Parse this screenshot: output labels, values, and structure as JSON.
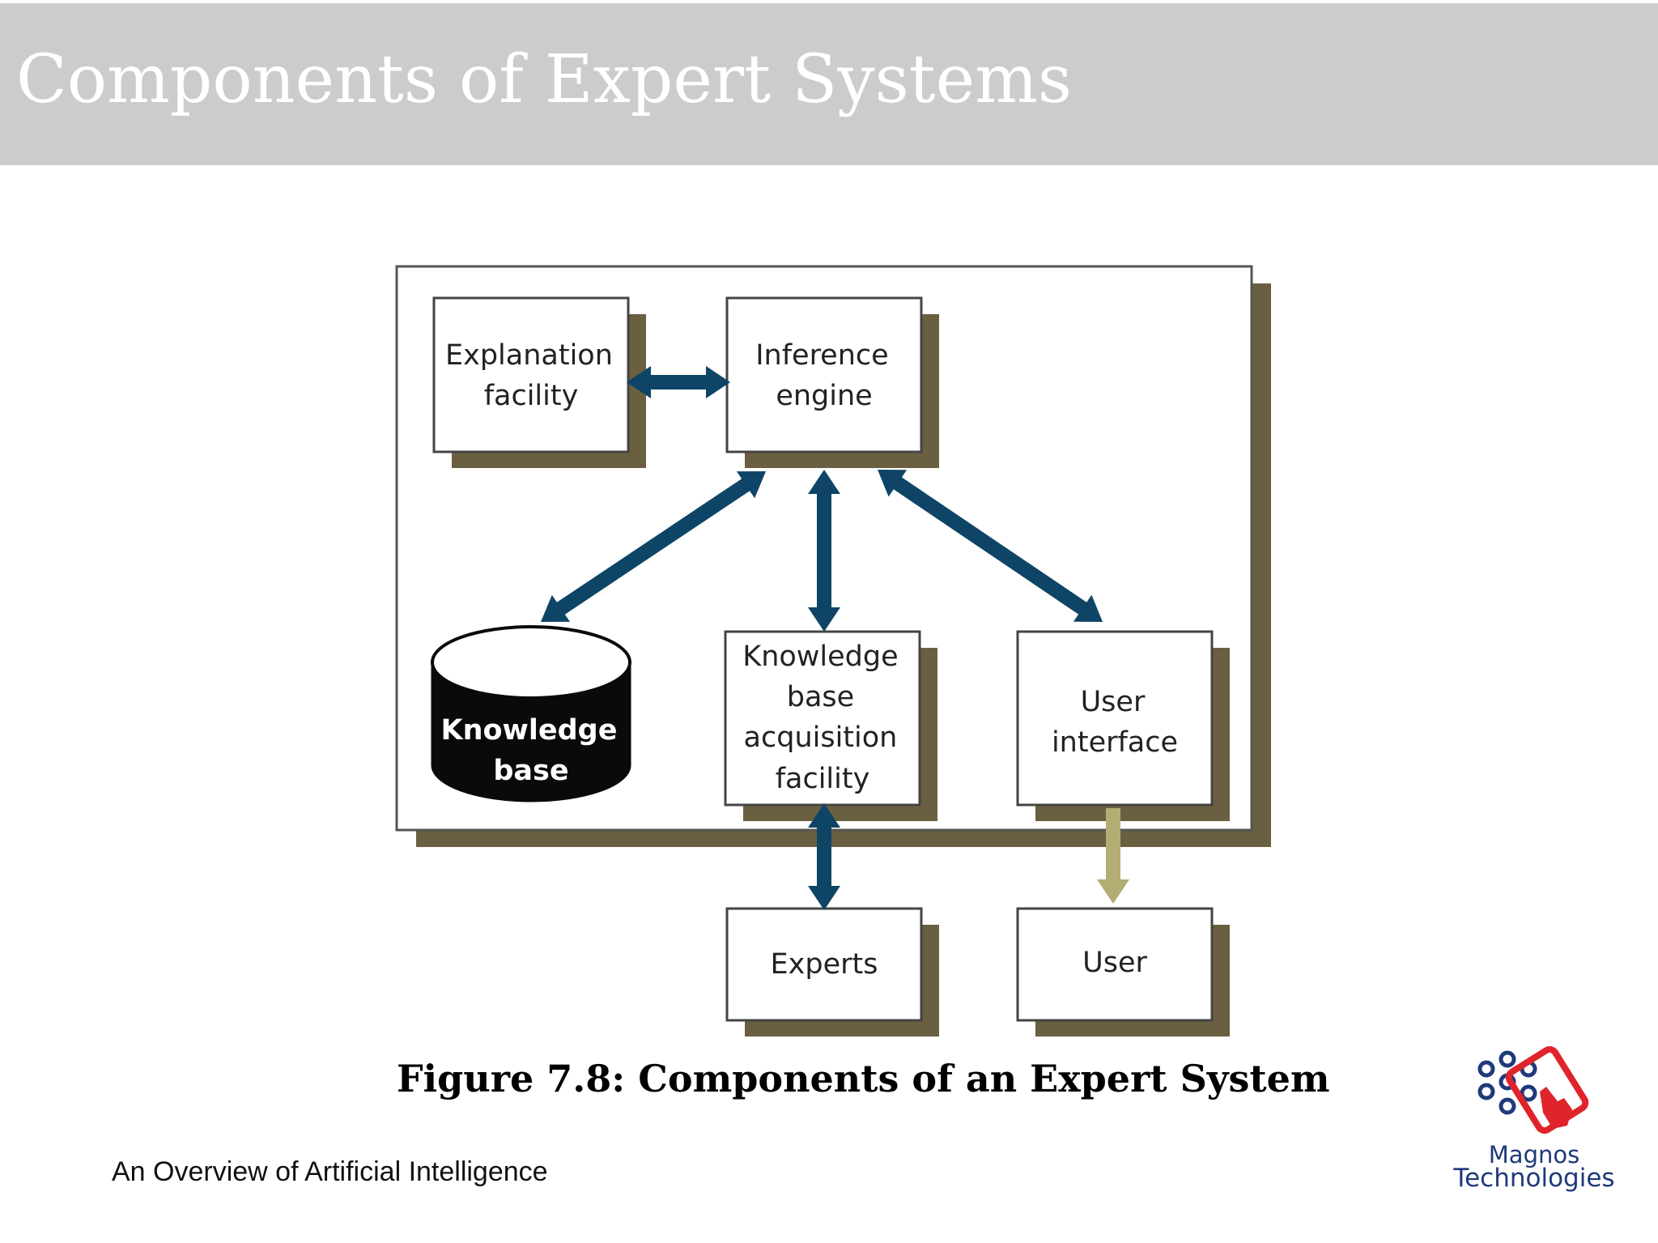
{
  "slide": {
    "title": "Components of Expert Systems",
    "footer": "An Overview of Artificial Intelligence"
  },
  "figure": {
    "caption": "Figure 7.8: Components of an Expert System",
    "nodes": {
      "explanation": [
        "Explanation",
        "facility"
      ],
      "inference": [
        "Inference",
        "engine"
      ],
      "knowledge_base": [
        "Knowledge",
        "base"
      ],
      "acquisition": [
        "Knowledge",
        "base",
        "acquisition",
        "facility"
      ],
      "user_interface": [
        "User",
        "interface"
      ],
      "experts": [
        "Experts"
      ],
      "user": [
        "User"
      ]
    },
    "colors": {
      "arrow": "#0e4566",
      "output_arrow": "#b3ad74",
      "shadow": "#6b5f41",
      "database": "#0a0a0a"
    }
  },
  "logo": {
    "name": "Magnos",
    "sub": "Technologies",
    "icon": "tablet-touch-icon",
    "accent": "#e0242c",
    "brand": "#1f3a7a"
  }
}
